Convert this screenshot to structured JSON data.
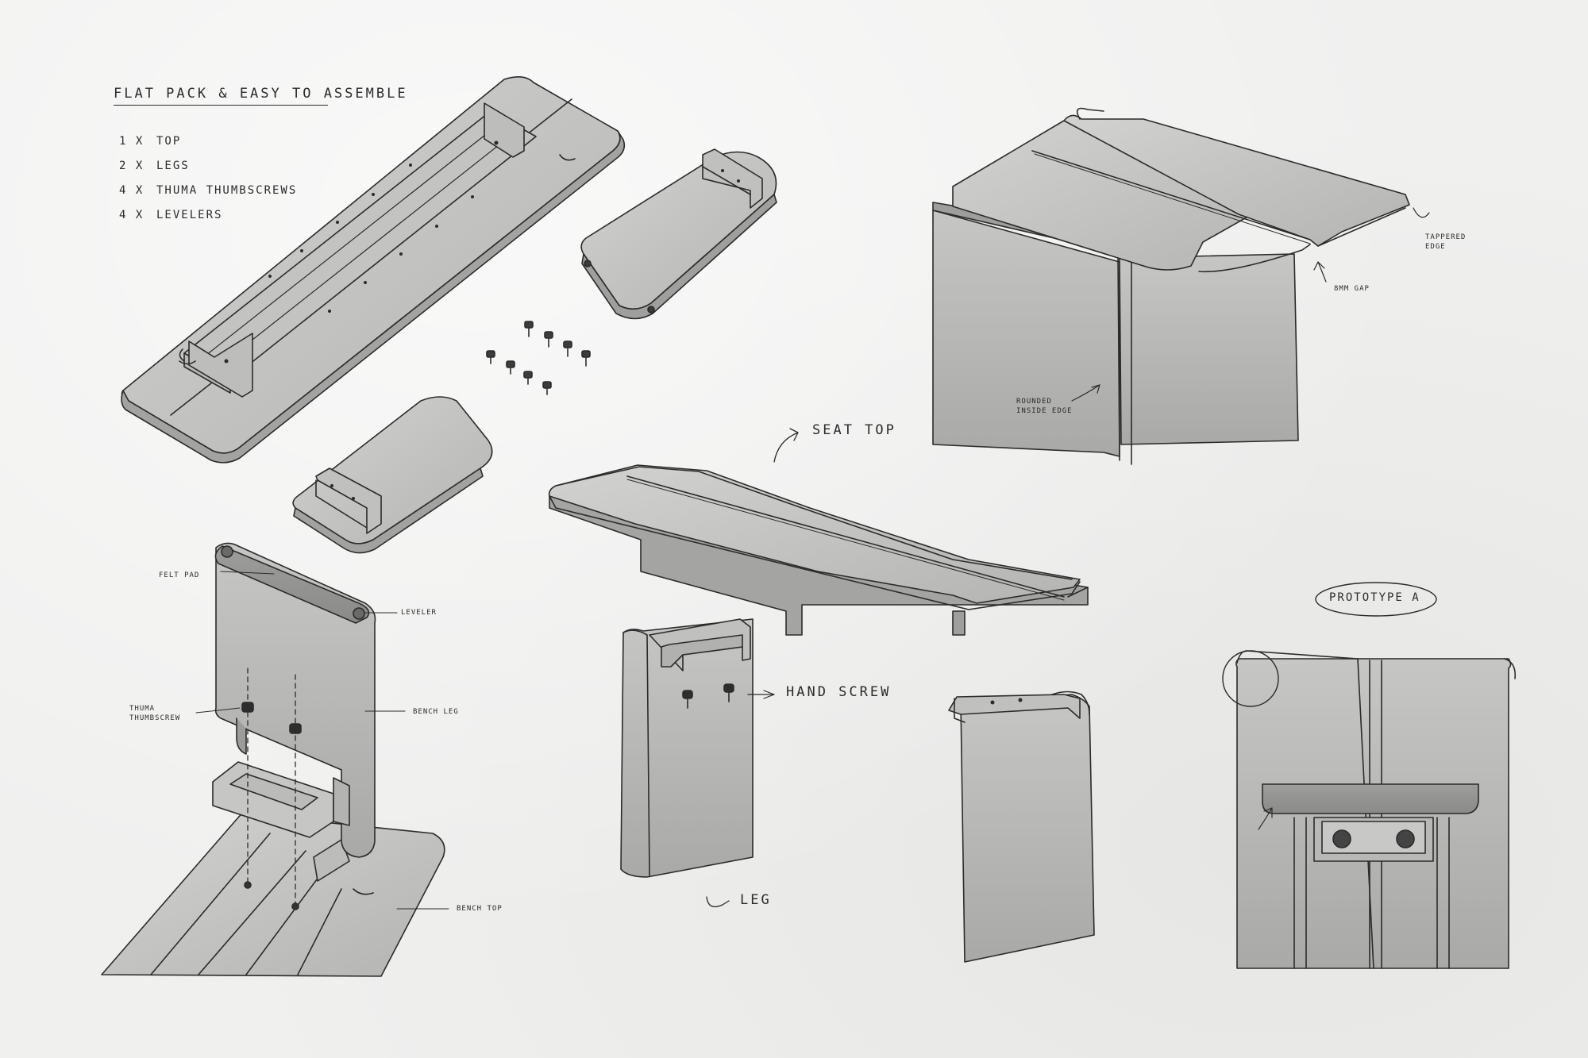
{
  "header": {
    "title": "FLAT PACK & EASY TO ASSEMBLE",
    "parts": [
      {
        "qty": "1 x",
        "name": "TOP"
      },
      {
        "qty": "2 x",
        "name": "LEGS"
      },
      {
        "qty": "4 x",
        "name": "THUMA THUMBSCREWS"
      },
      {
        "qty": "4 x",
        "name": "LEVELERS"
      }
    ]
  },
  "labels": {
    "seat_top": "SEAT TOP",
    "leg": "LEG",
    "hand_screw": "HAND SCREW",
    "felt_pad": "FELT PAD",
    "leveler": "LEVELER",
    "thuma_thumbscrew": "THUMA\nTHUMBSCREW",
    "bench_leg": "BENCH LEG",
    "bench_top": "BENCH TOP",
    "tappered_edge": "TAPPERED\nEDGE",
    "gap": "8mm GAP",
    "rounded_inside_edge": "ROUNDED\nINSIDE EDGE",
    "prototype": "PROTOTYPE A"
  },
  "colors": {
    "ink": "#2b2b2b",
    "wood_light": "#cfcfcd",
    "wood_mid": "#b7b7b5",
    "wood_dark": "#8f8f8d",
    "paper": "#f0f0ef"
  }
}
